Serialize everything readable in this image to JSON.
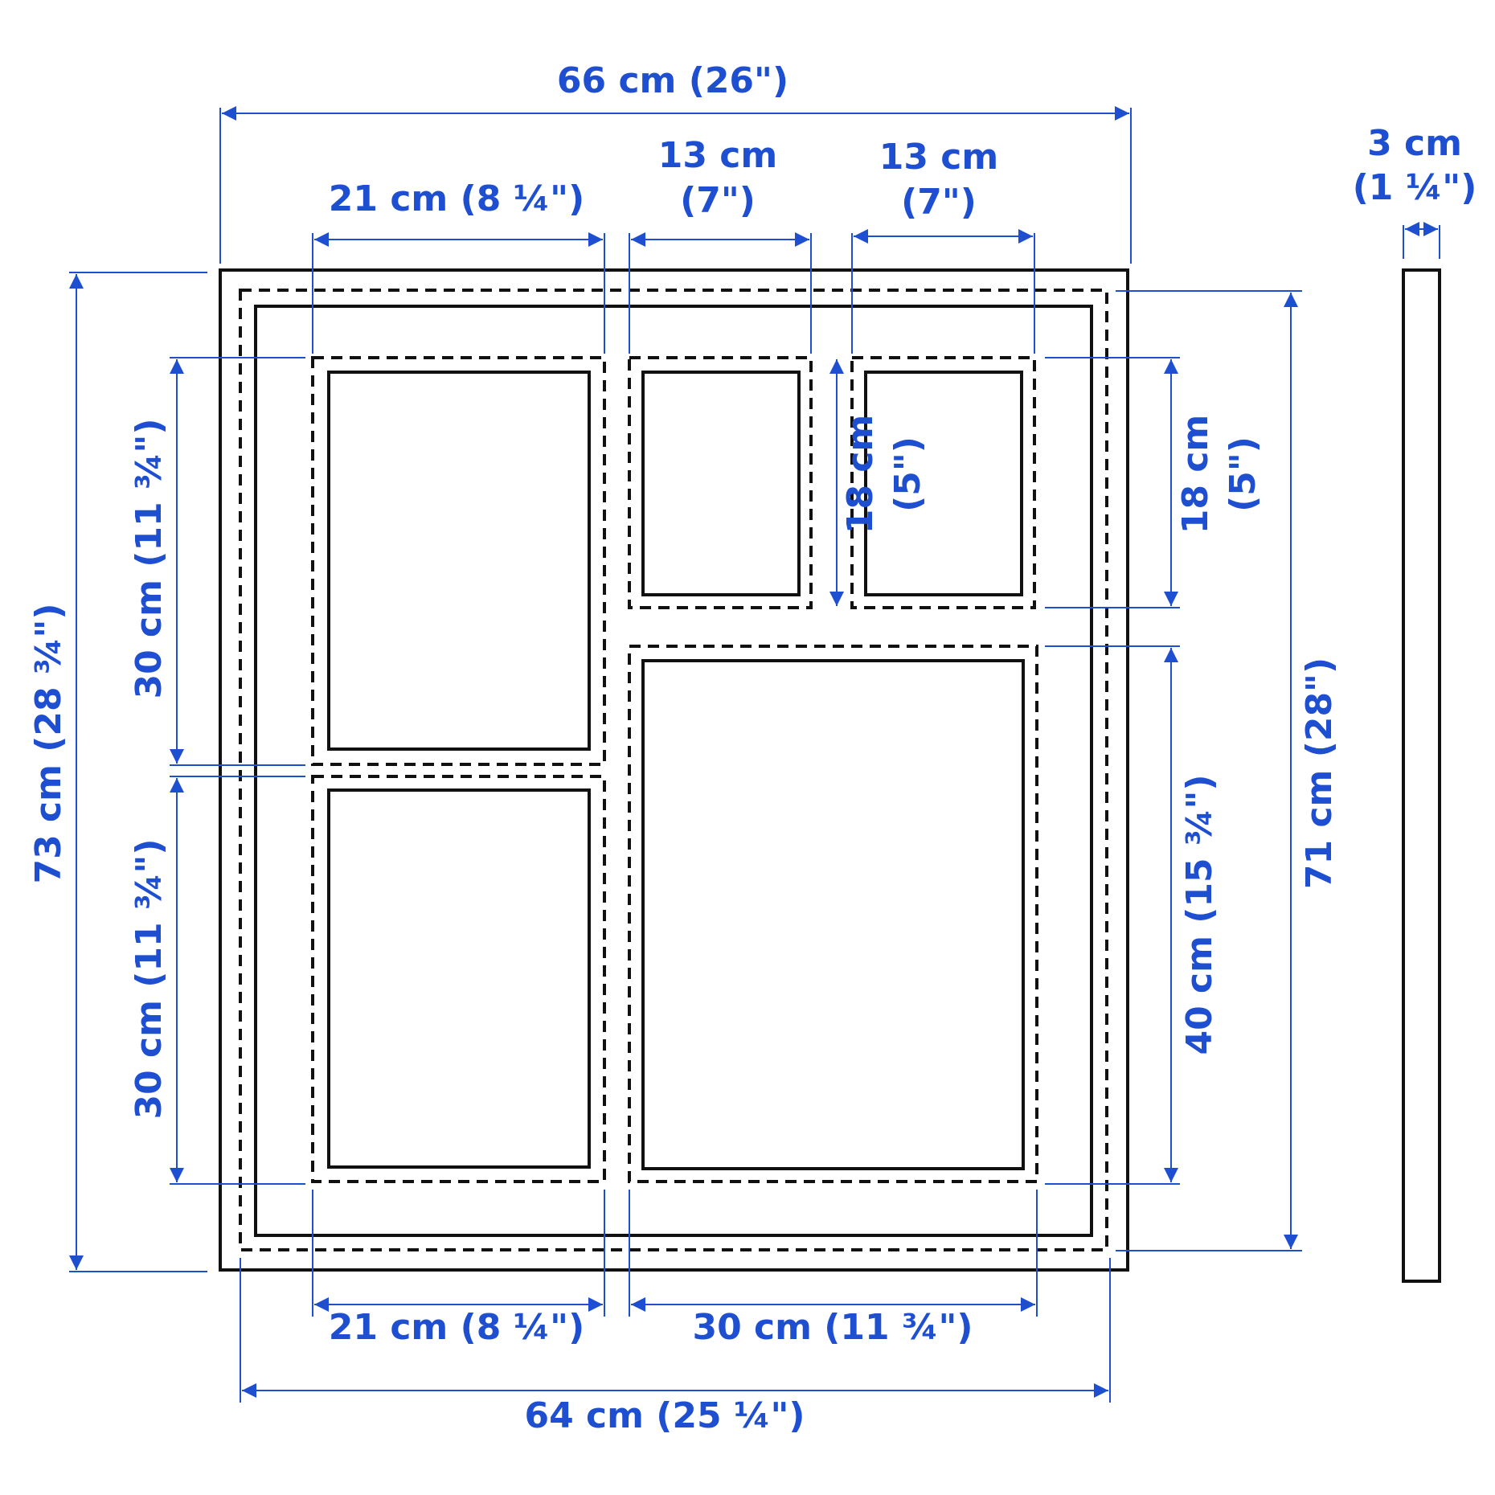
{
  "colors": {
    "dimension": "#1f4fd1",
    "outline": "#111111",
    "background": "#ffffff"
  },
  "dimensions": {
    "overall_width": "66 cm (26\")",
    "overall_height": "73 cm (28 ¾\")",
    "inner_width": "64 cm (25 ¼\")",
    "inner_height": "71 cm (28\")",
    "depth_value": "3 cm",
    "depth_imperial": "(1 ¼\")",
    "top_left_width": "21 cm (8 ¼\")",
    "small_1_width_value": "13 cm",
    "small_1_width_imperial": "(7\")",
    "small_2_width_value": "13 cm",
    "small_2_width_imperial": "(7\")",
    "small_1_height_value": "18 cm",
    "small_1_height_imperial": "(5\")",
    "small_2_height_value": "18 cm",
    "small_2_height_imperial": "(5\")",
    "left_top_height": "30 cm (11 ¾\")",
    "left_bottom_height": "30 cm (11 ¾\")",
    "large_height": "40 cm (15 ¾\")",
    "bottom_left_width": "21 cm (8 ¼\")",
    "large_width": "30 cm (11 ¾\")"
  }
}
